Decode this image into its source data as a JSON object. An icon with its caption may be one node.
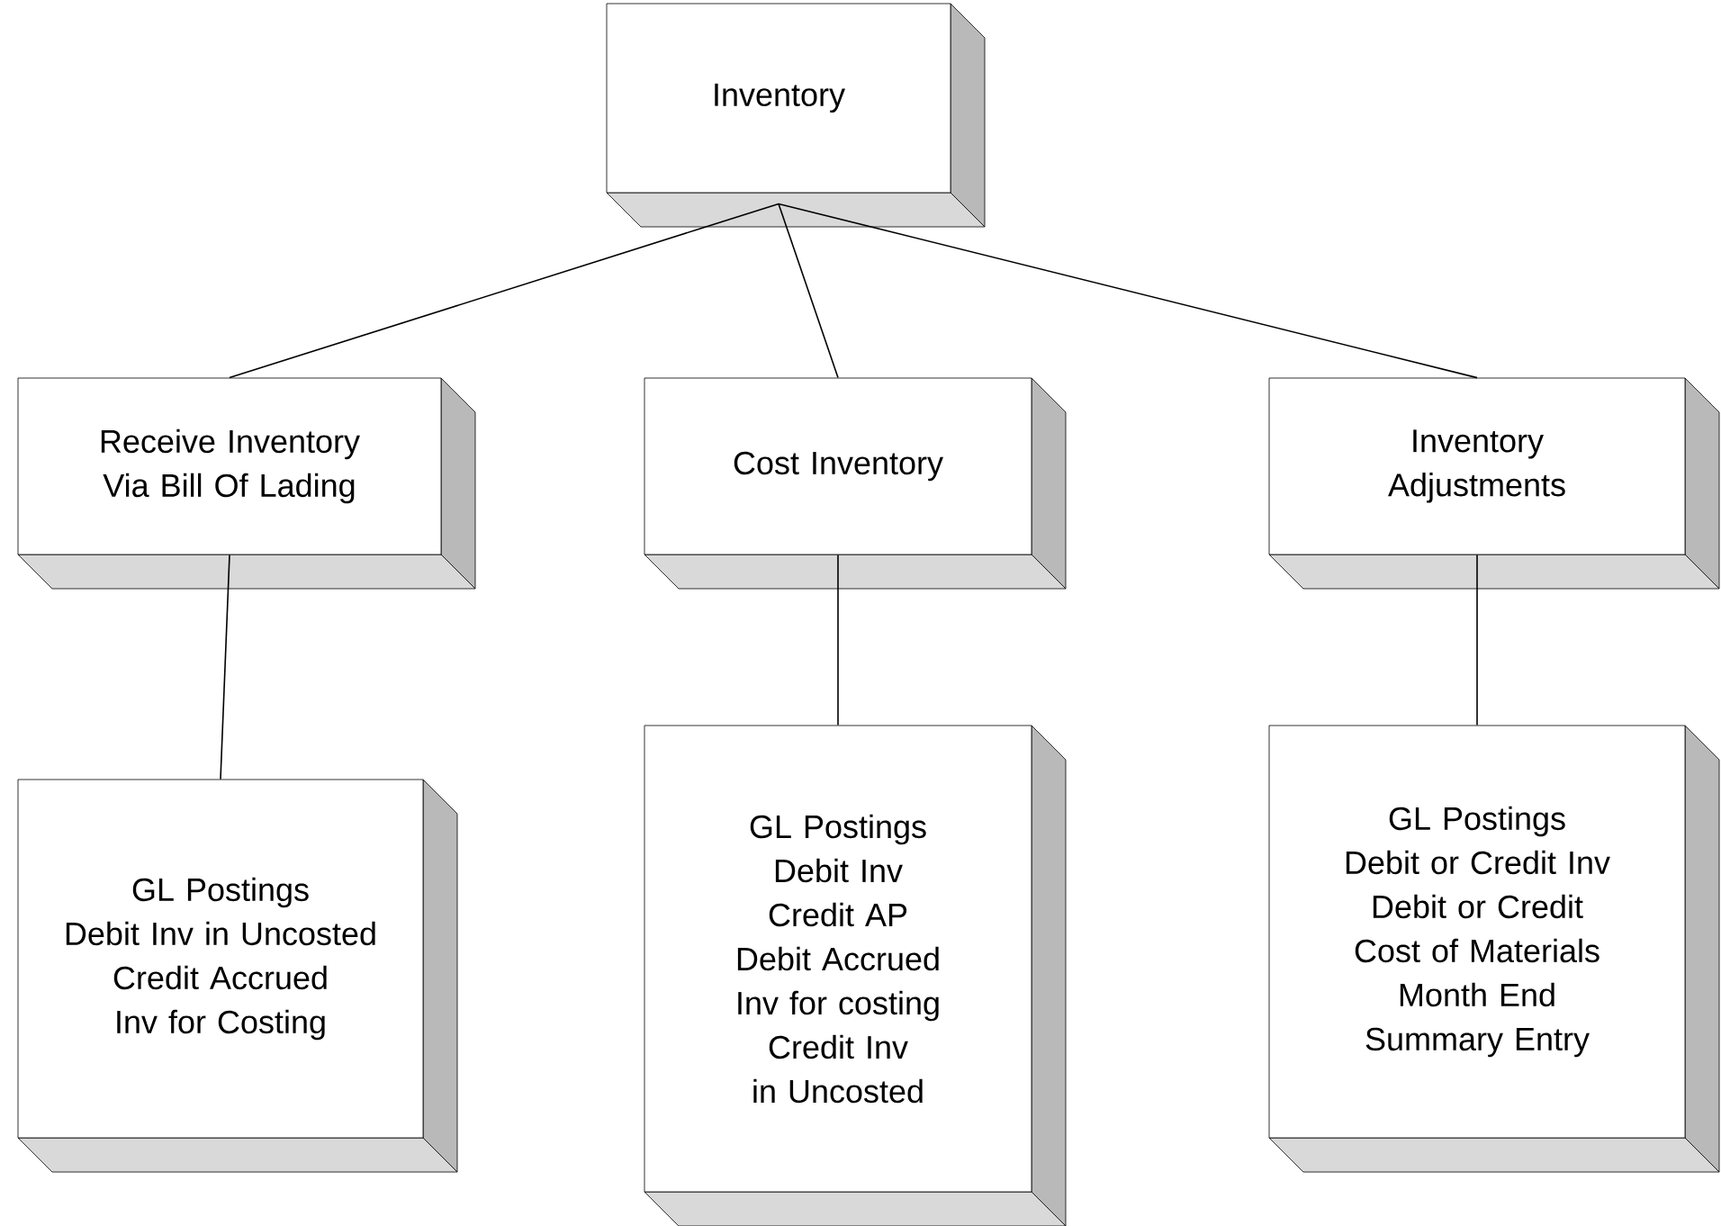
{
  "diagram": {
    "nodes": [
      {
        "text": [
          "Inventory"
        ]
      },
      {
        "text": [
          "Receive Inventory Via Bill Of Lading"
        ]
      },
      {
        "text": [
          "Cost Inventory"
        ]
      },
      {
        "text": [
          "Inventory Adjustments"
        ]
      },
      {
        "text": [
          "GL Postings",
          "Debit Inv in Uncosted",
          "Credit Accrued Inv for Costing"
        ]
      },
      {
        "text": [
          "GL Postings",
          "Debit Inv",
          "Credit AP",
          "Debit Accrued Inv for costing",
          "Credit Inv in Uncosted"
        ]
      },
      {
        "text": [
          "GL Postings",
          "Debit or Credit Inv",
          "Debit or Credit Cost of Materials",
          "Month End Summary Entry"
        ]
      }
    ],
    "edges": [
      {
        "from": 0,
        "to": 1,
        "arrow": "none"
      },
      {
        "from": 0,
        "to": 2,
        "arrow": "none"
      },
      {
        "from": 0,
        "to": 3,
        "arrow": "none"
      },
      {
        "from": 1,
        "to": 4,
        "arrow": "none"
      },
      {
        "from": 2,
        "to": 5,
        "arrow": "none"
      },
      {
        "from": 3,
        "to": 6,
        "arrow": "none"
      }
    ]
  }
}
